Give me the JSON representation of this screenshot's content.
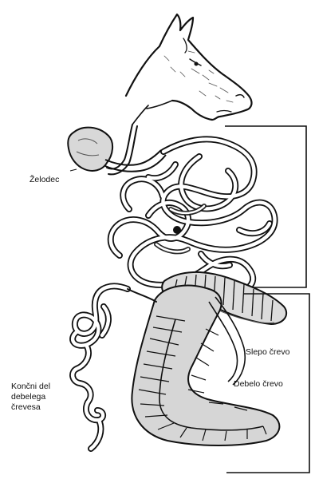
{
  "labels": {
    "stomach": "Želodec",
    "caecum": "Slepo črevo",
    "large_colon": "Debelo črevo",
    "end_line1": "Končni del",
    "end_line2": "debelega",
    "end_line3": "črevesa"
  },
  "colors": {
    "ink": "#111111",
    "shade": "#6f6f6f",
    "paper": "#ffffff"
  }
}
